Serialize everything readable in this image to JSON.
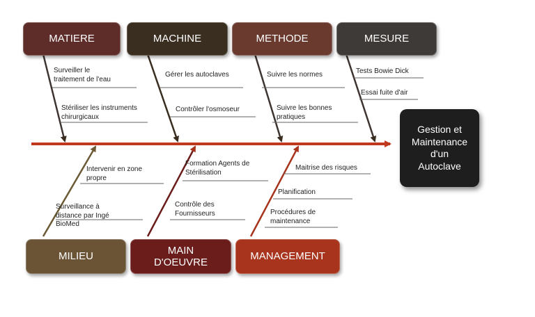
{
  "categories_top": [
    {
      "label": "MATIERE",
      "color": "#5e2c29"
    },
    {
      "label": "MACHINE",
      "color": "#3a2e20"
    },
    {
      "label": "METHODE",
      "color": "#6a3a2f"
    },
    {
      "label": "MESURE",
      "color": "#3e3a38"
    }
  ],
  "categories_bottom": [
    {
      "label": "MILIEU",
      "color": "#6b5436"
    },
    {
      "label": "MAIN\nD'OEUVRE",
      "color": "#6a1d1a"
    },
    {
      "label": "MANAGEMENT",
      "color": "#a8341d"
    }
  ],
  "causes": {
    "matiere": [
      "Surveiller le\ntraitement de l'eau",
      "Stériliser les instruments\nchirurgicaux"
    ],
    "machine": [
      "Gérer les autoclaves",
      "Contrôler l'osmoseur"
    ],
    "methode": [
      "Suivre les normes",
      "Suivre les bonnes\npratiques"
    ],
    "mesure": [
      "Tests Bowie Dick",
      "Essai fuite d'air"
    ],
    "milieu": [
      "Intervenir en zone\npropre",
      "Surveillance à\ndistance par Ingé\nBioMed"
    ],
    "main_oeuvre": [
      "Formation Agents de\nStérilisation",
      "Contrôle des\nFournisseurs"
    ],
    "management": [
      "Maitrise des risques",
      "Planification",
      "Procédures de\nmaintenance"
    ]
  },
  "effect": "Gestion et\nMaintenance\nd'un\nAutoclave",
  "colors": {
    "spine": "#c0391f",
    "effect_bg": "#1e1e1e"
  }
}
